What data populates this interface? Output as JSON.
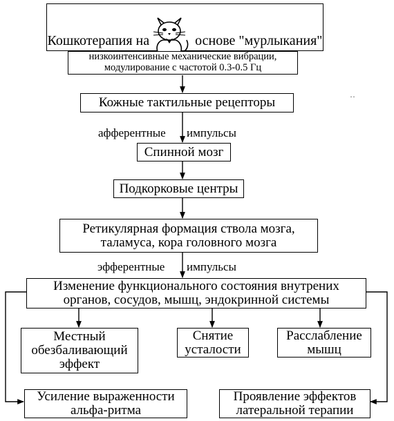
{
  "title": {
    "prefix": "Кошкотерапия на",
    "suffix": "основе \"мурлыкания\""
  },
  "subtitle": {
    "line1": "низкоинтенсивные механические вибрации,",
    "line2": "модулирование с частотой 0.3-0.5 Гц"
  },
  "nodes": {
    "receptors": "Кожные тактильные рецепторы",
    "spinal": "Спинной мозг",
    "subcortical": "Подкорковые центры",
    "reticular_l1": "Ретикулярная формация ствола мозга,",
    "reticular_l2": "таламуса, кора головного мозга",
    "change_l1": "Изменение функционального состояния внутрених",
    "change_l2": "органов, сосудов, мышц, эндокринной системы",
    "local_l1": "Местный",
    "local_l2": "обезбаливающий",
    "local_l3": "эффект",
    "fatigue_l1": "Снятие",
    "fatigue_l2": "усталости",
    "relax_l1": "Расслабление",
    "relax_l2": "мышц",
    "alpha_l1": "Усиление выраженности",
    "alpha_l2": "альфа-ритма",
    "lateral_l1": "Проявление эффектов",
    "lateral_l2": "латеральной терапии"
  },
  "labels": {
    "afferent_left": "афферентные",
    "afferent_right": "импульсы",
    "efferent_left": "эфферентные",
    "efferent_right": "импульсы"
  },
  "icons": {
    "cat": "cat-icon"
  }
}
